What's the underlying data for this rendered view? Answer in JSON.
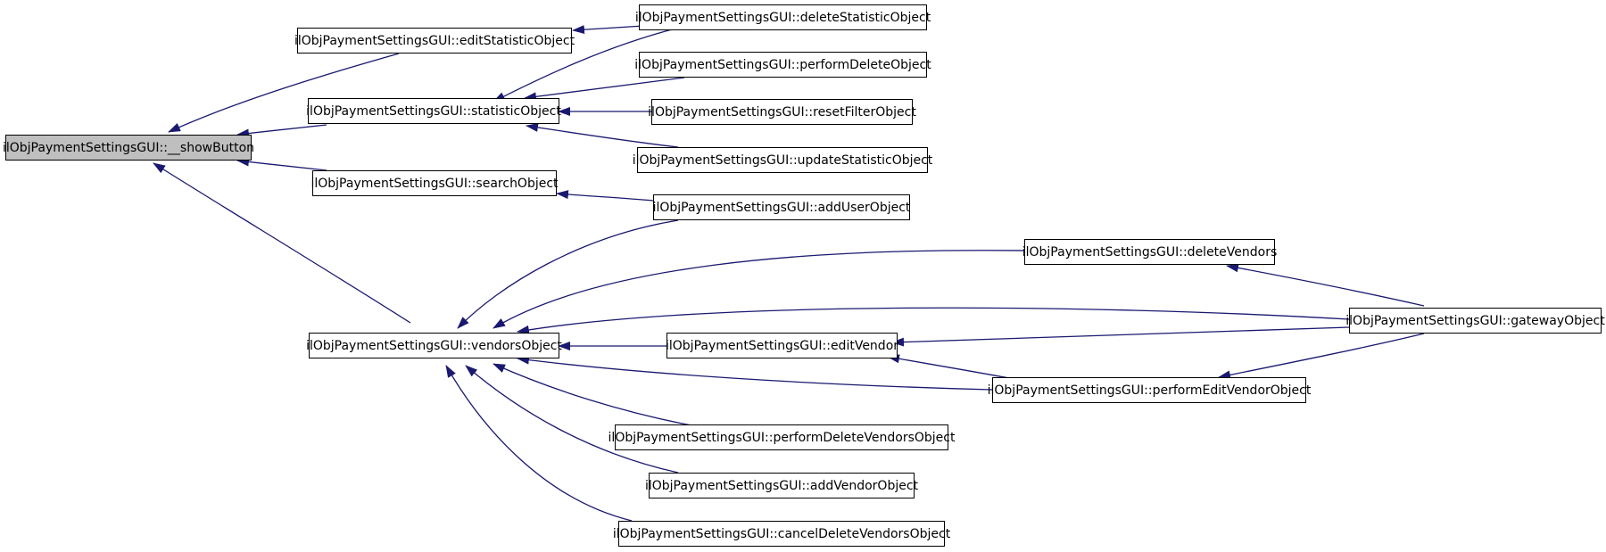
{
  "diagram": {
    "colors": {
      "edge": "#191970",
      "node_border": "#000000",
      "root_fill": "#bfbfbf",
      "node_fill": "#ffffff"
    },
    "nodes": {
      "showButton": "ilObjPaymentSettingsGUI::__showButton",
      "editStatisticObject": "ilObjPaymentSettingsGUI::editStatisticObject",
      "statisticObject": "ilObjPaymentSettingsGUI::statisticObject",
      "searchObject": "ilObjPaymentSettingsGUI::searchObject",
      "vendorsObject": "ilObjPaymentSettingsGUI::vendorsObject",
      "deleteStatisticObject": "ilObjPaymentSettingsGUI::deleteStatisticObject",
      "performDeleteObject": "ilObjPaymentSettingsGUI::performDeleteObject",
      "resetFilterObject": "ilObjPaymentSettingsGUI::resetFilterObject",
      "updateStatisticObject": "ilObjPaymentSettingsGUI::updateStatisticObject",
      "addUserObject": "ilObjPaymentSettingsGUI::addUserObject",
      "deleteVendors": "ilObjPaymentSettingsGUI::deleteVendors",
      "editVendor": "ilObjPaymentSettingsGUI::editVendor",
      "performEditVendorObject": "ilObjPaymentSettingsGUI::performEditVendorObject",
      "performDeleteVendorsObject": "ilObjPaymentSettingsGUI::performDeleteVendorsObject",
      "addVendorObject": "ilObjPaymentSettingsGUI::addVendorObject",
      "cancelDeleteVendorsObject": "ilObjPaymentSettingsGUI::cancelDeleteVendorsObject",
      "gatewayObject": "ilObjPaymentSettingsGUI::gatewayObject"
    },
    "edges": [
      {
        "from": "editStatisticObject",
        "to": "showButton"
      },
      {
        "from": "statisticObject",
        "to": "showButton"
      },
      {
        "from": "searchObject",
        "to": "showButton"
      },
      {
        "from": "vendorsObject",
        "to": "showButton"
      },
      {
        "from": "deleteStatisticObject",
        "to": "editStatisticObject"
      },
      {
        "from": "deleteStatisticObject",
        "to": "statisticObject"
      },
      {
        "from": "performDeleteObject",
        "to": "statisticObject"
      },
      {
        "from": "resetFilterObject",
        "to": "statisticObject"
      },
      {
        "from": "updateStatisticObject",
        "to": "statisticObject"
      },
      {
        "from": "addUserObject",
        "to": "searchObject"
      },
      {
        "from": "addUserObject",
        "to": "vendorsObject"
      },
      {
        "from": "deleteVendors",
        "to": "vendorsObject"
      },
      {
        "from": "gatewayObject",
        "to": "vendorsObject"
      },
      {
        "from": "editVendor",
        "to": "vendorsObject"
      },
      {
        "from": "performEditVendorObject",
        "to": "vendorsObject"
      },
      {
        "from": "performDeleteVendorsObject",
        "to": "vendorsObject"
      },
      {
        "from": "addVendorObject",
        "to": "vendorsObject"
      },
      {
        "from": "cancelDeleteVendorsObject",
        "to": "vendorsObject"
      },
      {
        "from": "gatewayObject",
        "to": "deleteVendors"
      },
      {
        "from": "gatewayObject",
        "to": "editVendor"
      },
      {
        "from": "performEditVendorObject",
        "to": "editVendor"
      },
      {
        "from": "gatewayObject",
        "to": "performEditVendorObject"
      }
    ]
  }
}
